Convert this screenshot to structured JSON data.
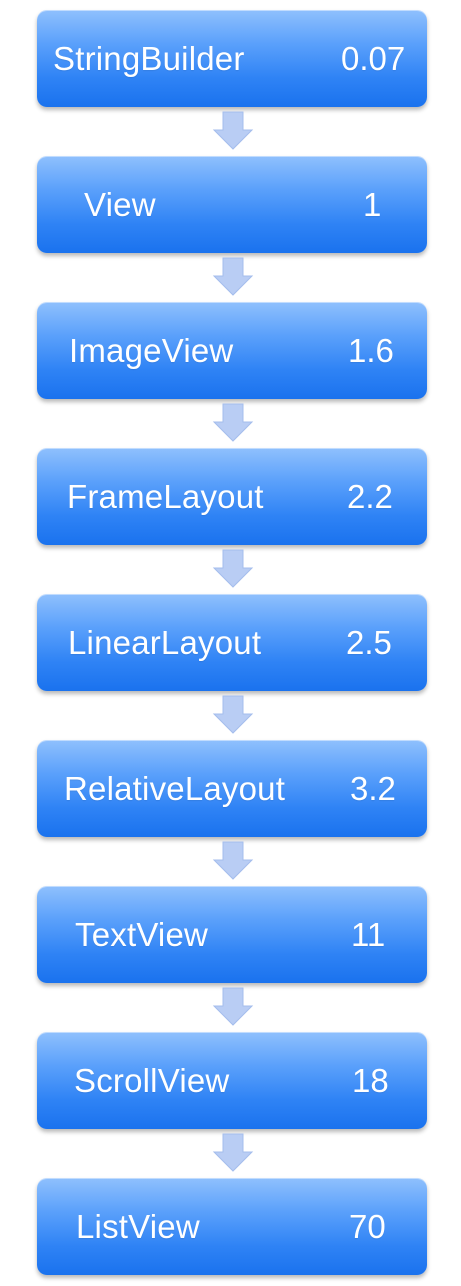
{
  "steps": [
    {
      "label": "StringBuilder",
      "value": "0.07"
    },
    {
      "label": "View",
      "value": "1"
    },
    {
      "label": "ImageView",
      "value": "1.6"
    },
    {
      "label": "FrameLayout",
      "value": "2.2"
    },
    {
      "label": "LinearLayout",
      "value": "2.5"
    },
    {
      "label": "RelativeLayout",
      "value": "3.2"
    },
    {
      "label": "TextView",
      "value": "11"
    },
    {
      "label": "ScrollView",
      "value": "18"
    },
    {
      "label": "ListView",
      "value": "70"
    }
  ],
  "colors": {
    "box_top": "#8fc0fd",
    "box_bottom": "#1a72ee",
    "arrow": "#b9cdf4",
    "text": "#ffffff"
  },
  "icons": {
    "connector": "down-arrow-icon"
  }
}
